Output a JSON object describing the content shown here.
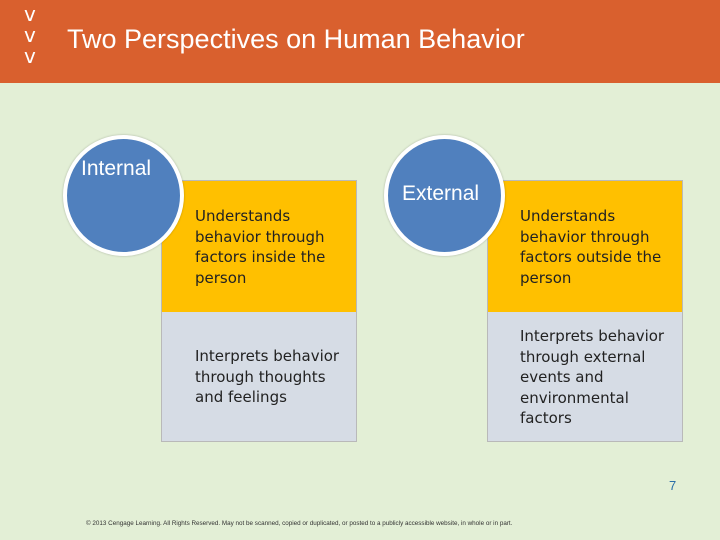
{
  "slide": {
    "bullets": [
      "v",
      "v",
      "v"
    ],
    "title": "Two Perspectives on Human Behavior"
  },
  "internal": {
    "label": "Internal",
    "description_1": "Understands behavior through factors inside the person",
    "description_2": "Interprets behavior through thoughts and feelings"
  },
  "external": {
    "label": "External",
    "description_1": "Understands behavior through factors outside the person",
    "description_2": "Interprets behavior through external events and environmental factors"
  },
  "footer": {
    "copyright": "© 2013 Cengage Learning. All Rights Reserved. May not be scanned, copied or duplicated, or posted to a publicly accessible website, in whole or in part.",
    "page_number": "7"
  },
  "colors": {
    "header": "#d9602e",
    "background": "#e3efd6",
    "circle": "#5080be",
    "card_top": "#ffc000",
    "card_bottom": "#d6dce5"
  }
}
